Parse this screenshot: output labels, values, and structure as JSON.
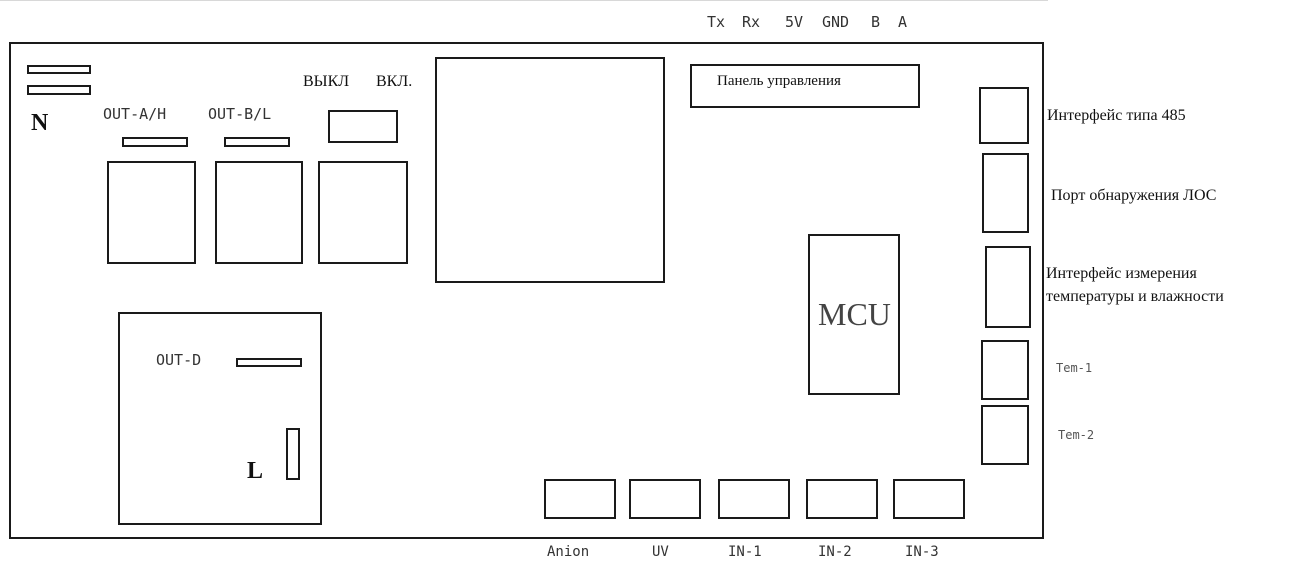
{
  "header_pins": [
    "Tx",
    "Rx",
    "5V",
    "GND",
    "B",
    "A"
  ],
  "labels": {
    "n": "N",
    "l": "L",
    "out_a": "OUT-A/H",
    "out_b": "OUT-B/L",
    "off": "ВЫКЛ",
    "on": "ВКЛ.",
    "out_d": "OUT-D",
    "control_panel": "Панель управления",
    "mcu": "MCU"
  },
  "side_ports": {
    "rs485": "Интерфейс типа 485",
    "voc": "Порт обнаружения ЛОС",
    "temp_hum_1": "Интерфейс измерения",
    "temp_hum_2": "температуры и влажности",
    "tem1": "Tem-1",
    "tem2": "Tem-2"
  },
  "bottom_ports": [
    "Anion",
    "UV",
    "IN-1",
    "IN-2",
    "IN-3"
  ]
}
